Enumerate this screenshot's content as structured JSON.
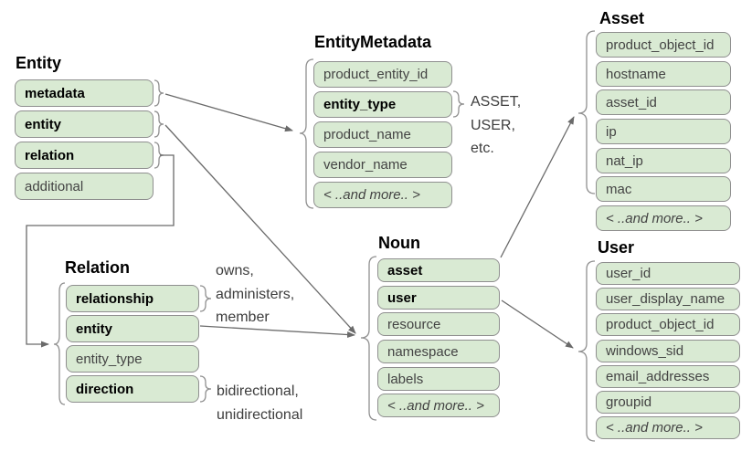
{
  "colors": {
    "field_fill": "#d9ead3",
    "field_border": "#8f8f8f",
    "line": "#6a6a6a",
    "brace": "#909090",
    "text_bold": "#000000",
    "text_regular": "#434343",
    "annotation": "#3d3d3d"
  },
  "boxes": {
    "entity": {
      "title": "Entity",
      "fields": [
        {
          "label": "metadata"
        },
        {
          "label": "entity"
        },
        {
          "label": "relation"
        },
        {
          "label": "additional"
        }
      ]
    },
    "entity_metadata": {
      "title": "EntityMetadata",
      "fields": [
        {
          "label": "product_entity_id"
        },
        {
          "label": "entity_type"
        },
        {
          "label": "product_name"
        },
        {
          "label": "vendor_name"
        },
        {
          "label": "< ..and more.. >"
        }
      ]
    },
    "asset": {
      "title": "Asset",
      "fields": [
        {
          "label": "product_object_id"
        },
        {
          "label": "hostname"
        },
        {
          "label": "asset_id"
        },
        {
          "label": "ip"
        },
        {
          "label": "nat_ip"
        },
        {
          "label": "mac"
        },
        {
          "label": "< ..and more.. >"
        }
      ]
    },
    "noun": {
      "title": "Noun",
      "fields": [
        {
          "label": "asset"
        },
        {
          "label": "user"
        },
        {
          "label": "resource"
        },
        {
          "label": "namespace"
        },
        {
          "label": "labels"
        },
        {
          "label": "< ..and more.. >"
        }
      ]
    },
    "relation": {
      "title": "Relation",
      "fields": [
        {
          "label": "relationship"
        },
        {
          "label": "entity"
        },
        {
          "label": "entity_type"
        },
        {
          "label": "direction"
        }
      ]
    },
    "user": {
      "title": "User",
      "fields": [
        {
          "label": "user_id"
        },
        {
          "label": "user_display_name"
        },
        {
          "label": "product_object_id"
        },
        {
          "label": "windows_sid"
        },
        {
          "label": "email_addresses"
        },
        {
          "label": "groupid"
        },
        {
          "label": "< ..and more.. >"
        }
      ]
    }
  },
  "annotations": {
    "entity_type_values": [
      "ASSET,",
      "USER,",
      "etc."
    ],
    "relationship_values": [
      "owns,",
      "administers,",
      "member"
    ],
    "direction_values": [
      "bidirectional,",
      "unidirectional"
    ]
  }
}
